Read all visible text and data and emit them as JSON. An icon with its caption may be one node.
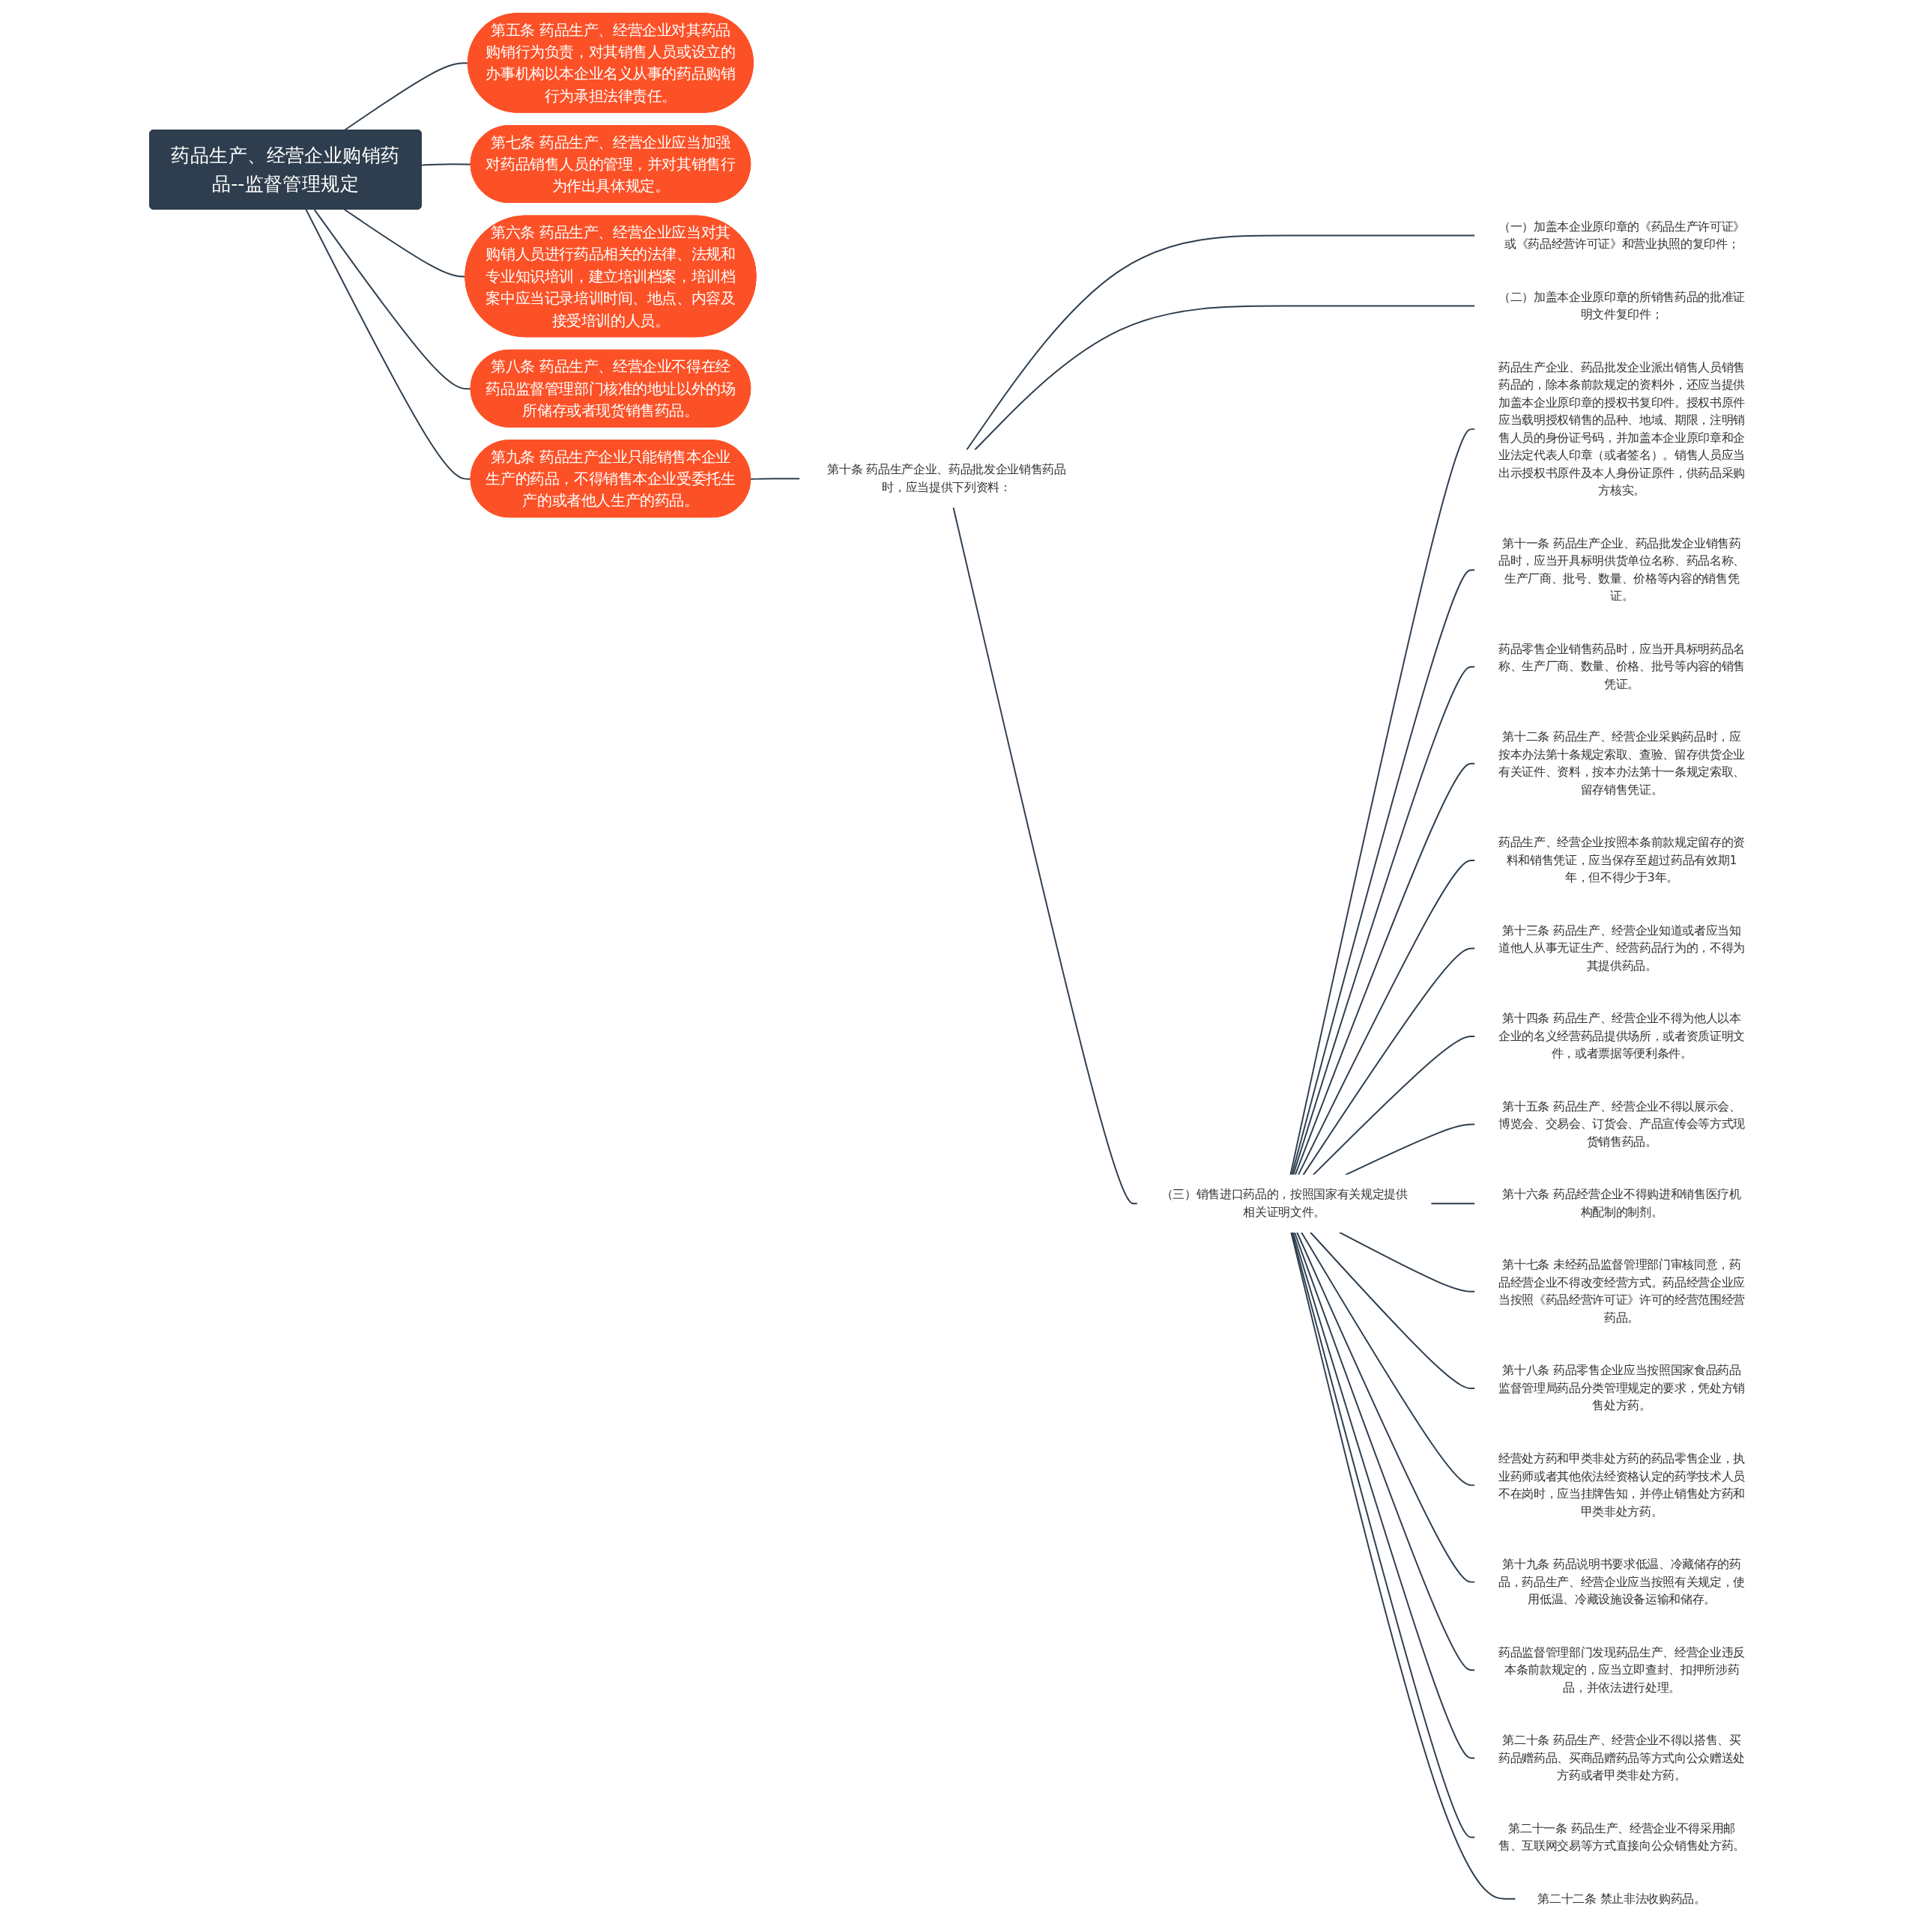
{
  "diagram": {
    "nodes": [
      {
        "text": [
          "药品生产、经营企业购销药品--监督管理规定"
        ]
      },
      {
        "text": [
          "第五条 药品生产、经营企业对其药品购销行为负责，对其销售人员或设立的办事机构以本企业名义从事的药品购销行为承担法律责任。"
        ]
      },
      {
        "text": [
          "第七条 药品生产、经营企业应当加强对药品销售人员的管理，并对其销售行为作出具体规定。"
        ]
      },
      {
        "text": [
          "第六条 药品生产、经营企业应当对其购销人员进行药品相关的法律、法规和专业知识培训，建立培训档案，培训档案中应当记录培训时间、地点、内容及接受培训的人员。"
        ]
      },
      {
        "text": [
          "第八条 药品生产、经营企业不得在经药品监督管理部门核准的地址以外的场所储存或者现货销售药品。"
        ]
      },
      {
        "text": [
          "第九条 药品生产企业只能销售本企业生产的药品，不得销售本企业受委托生产的或者他人生产的药品。"
        ]
      },
      {
        "text": [
          "第十条 药品生产企业、药品批发企业销售药品时，应当提供下列资料："
        ]
      },
      {
        "text": [
          "（一）加盖本企业原印章的《药品生产许可证》或《药品经营许可证》和营业执照的复印件；"
        ]
      },
      {
        "text": [
          "（二）加盖本企业原印章的所销售药品的批准证明文件复印件；"
        ]
      },
      {
        "text": [
          "（三）销售进口药品的，按照国家有关规定提供相关证明文件。"
        ]
      },
      {
        "text": [
          "药品生产企业、药品批发企业派出销售人员销售药品的，除本条前款规定的资料外，还应当提供加盖本企业原印章的授权书复印件。授权书原件应当载明授权销售的品种、地域、期限，注明销售人员的身份证号码，并加盖本企业原印章和企业法定代表人印章（或者签名）。销售人员应当出示授权书原件及本人身份证原件，供药品采购方核实。"
        ]
      },
      {
        "text": [
          "第十一条 药品生产企业、药品批发企业销售药品时，应当开具标明供货单位名称、药品名称、生产厂商、批号、数量、价格等内容的销售凭证。"
        ]
      },
      {
        "text": [
          "药品零售企业销售药品时，应当开具标明药品名称、生产厂商、数量、价格、批号等内容的销售凭证。"
        ]
      },
      {
        "text": [
          "第十二条 药品生产、经营企业采购药品时，应按本办法第十条规定索取、查验、留存供货企业有关证件、资料，按本办法第十一条规定索取、留存销售凭证。"
        ]
      },
      {
        "text": [
          "药品生产、经营企业按照本条前款规定留存的资料和销售凭证，应当保存至超过药品有效期1年，但不得少于3年。"
        ]
      },
      {
        "text": [
          "第十三条 药品生产、经营企业知道或者应当知道他人从事无证生产、经营药品行为的，不得为其提供药品。"
        ]
      },
      {
        "text": [
          "第十四条 药品生产、经营企业不得为他人以本企业的名义经营药品提供场所，或者资质证明文件，或者票据等便利条件。"
        ]
      },
      {
        "text": [
          "第十五条 药品生产、经营企业不得以展示会、博览会、交易会、订货会、产品宣传会等方式现货销售药品。"
        ]
      },
      {
        "text": [
          "第十六条 药品经营企业不得购进和销售医疗机构配制的制剂。"
        ]
      },
      {
        "text": [
          "第十七条 未经药品监督管理部门审核同意，药品经营企业不得改变经营方式。药品经营企业应当按照《药品经营许可证》许可的经营范围经营药品。"
        ]
      },
      {
        "text": [
          "第十八条 药品零售企业应当按照国家食品药品监督管理局药品分类管理规定的要求，凭处方销售处方药。"
        ]
      },
      {
        "text": [
          "经营处方药和甲类非处方药的药品零售企业，执业药师或者其他依法经资格认定的药学技术人员不在岗时，应当挂牌告知，并停止销售处方药和甲类非处方药。"
        ]
      },
      {
        "text": [
          "第十九条 药品说明书要求低温、冷藏储存的药品，药品生产、经营企业应当按照有关规定，使用低温、冷藏设施设备运输和储存。"
        ]
      },
      {
        "text": [
          "药品监督管理部门发现药品生产、经营企业违反本条前款规定的，应当立即查封、扣押所涉药品，并依法进行处理。"
        ]
      },
      {
        "text": [
          "第二十条 药品生产、经营企业不得以搭售、买药品赠药品、买商品赠药品等方式向公众赠送处方药或者甲类非处方药。"
        ]
      },
      {
        "text": [
          "第二十一条 药品生产、经营企业不得采用邮售、互联网交易等方式直接向公众销售处方药。"
        ]
      },
      {
        "text": [
          "第二十二条 禁止非法收购药品。"
        ]
      }
    ],
    "edges": [
      {
        "from": 0,
        "to": 1,
        "arrow": "none"
      },
      {
        "from": 0,
        "to": 2,
        "arrow": "none"
      },
      {
        "from": 0,
        "to": 3,
        "arrow": "none"
      },
      {
        "from": 0,
        "to": 4,
        "arrow": "none"
      },
      {
        "from": 0,
        "to": 5,
        "arrow": "none"
      },
      {
        "from": 5,
        "to": 6,
        "arrow": "none"
      },
      {
        "from": 6,
        "to": 7,
        "arrow": "none"
      },
      {
        "from": 6,
        "to": 8,
        "arrow": "none"
      },
      {
        "from": 6,
        "to": 9,
        "arrow": "none"
      },
      {
        "from": 9,
        "to": 10,
        "arrow": "none"
      },
      {
        "from": 9,
        "to": 11,
        "arrow": "none"
      },
      {
        "from": 9,
        "to": 12,
        "arrow": "none"
      },
      {
        "from": 9,
        "to": 13,
        "arrow": "none"
      },
      {
        "from": 9,
        "to": 14,
        "arrow": "none"
      },
      {
        "from": 9,
        "to": 15,
        "arrow": "none"
      },
      {
        "from": 9,
        "to": 16,
        "arrow": "none"
      },
      {
        "from": 9,
        "to": 17,
        "arrow": "none"
      },
      {
        "from": 9,
        "to": 18,
        "arrow": "none"
      },
      {
        "from": 9,
        "to": 19,
        "arrow": "none"
      },
      {
        "from": 9,
        "to": 20,
        "arrow": "none"
      },
      {
        "from": 9,
        "to": 21,
        "arrow": "none"
      },
      {
        "from": 9,
        "to": 22,
        "arrow": "none"
      },
      {
        "from": 9,
        "to": 23,
        "arrow": "none"
      },
      {
        "from": 9,
        "to": 24,
        "arrow": "none"
      },
      {
        "from": 9,
        "to": 25,
        "arrow": "none"
      },
      {
        "from": 9,
        "to": 26,
        "arrow": "none"
      }
    ]
  }
}
